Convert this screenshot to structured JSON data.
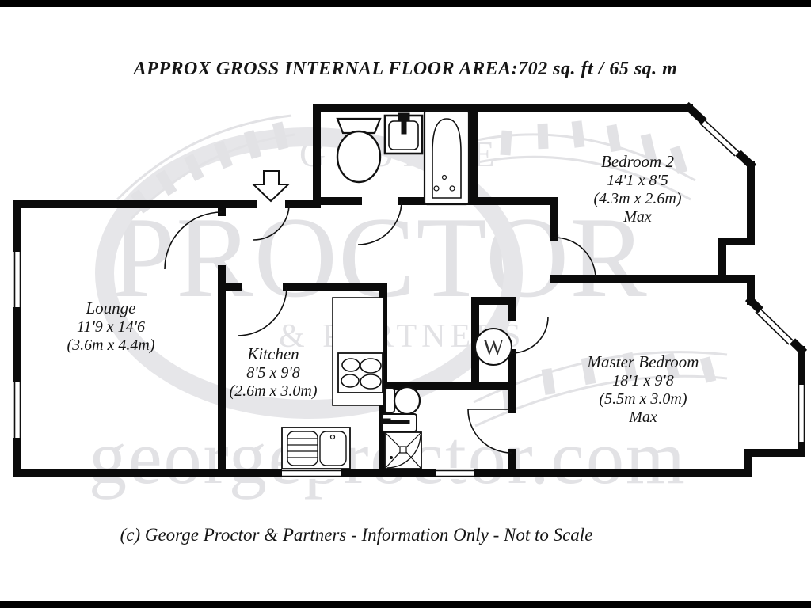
{
  "title": "APPROX GROSS INTERNAL FLOOR AREA:702 sq. ft / 65 sq. m",
  "footer": "(c) George Proctor & Partners -  Information Only - Not to Scale",
  "watermark": {
    "line1": "GEORGE",
    "line2": "PROCTOR",
    "line3": "& PARTNERS",
    "url": "georgeproctor.com"
  },
  "rooms": [
    {
      "name": "Lounge",
      "imperial": "11'9 x 14'6",
      "metric": "(3.6m x 4.4m)"
    },
    {
      "name": "Kitchen",
      "imperial": "8'5 x 9'8",
      "metric": "(2.6m x 3.0m)"
    },
    {
      "name": "Bedroom 2",
      "imperial": "14'1 x 8'5",
      "metric": "(4.3m x 2.6m)",
      "max": "Max"
    },
    {
      "name": "Master Bedroom",
      "imperial": "18'1 x 9'8",
      "metric": "(5.5m x 3.0m)",
      "max": "Max"
    }
  ],
  "symbols": {
    "washing_machine": "W"
  },
  "colors": {
    "wall": "#0b0b0b",
    "watermark": "#e2e2e5",
    "text": "#161616"
  }
}
